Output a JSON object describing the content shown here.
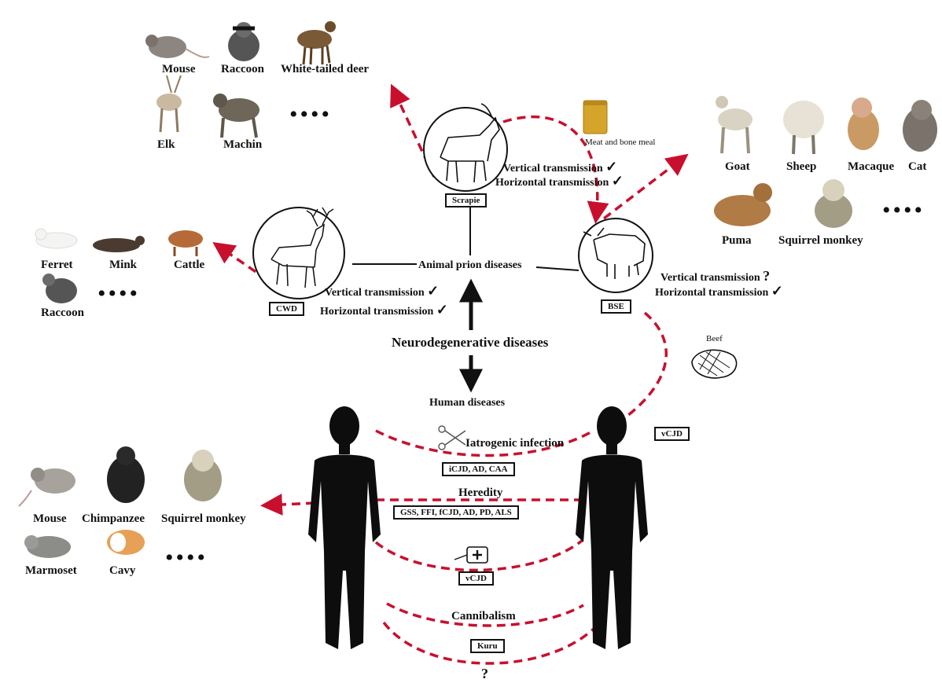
{
  "boxes": {
    "scrapie_hosts": {
      "animals": [
        "Mouse",
        "Raccoon",
        "White-tailed deer",
        "Elk",
        "Machin"
      ],
      "more": "••••"
    },
    "bse_hosts": {
      "animals": [
        "Goat",
        "Sheep",
        "Macaque",
        "Cat",
        "Puma",
        "Squirrel monkey"
      ],
      "more": "••••"
    },
    "cwd_hosts": {
      "animals": [
        "Ferret",
        "Mink",
        "Cattle",
        "Raccoon"
      ],
      "more": "••••"
    },
    "human_hosts": {
      "animals": [
        "Mouse",
        "Chimpanzee",
        "Squirrel monkey",
        "Marmoset",
        "Cavy"
      ],
      "more": "••••"
    }
  },
  "diseases": {
    "scrapie": "Scrapie",
    "cwd": "CWD",
    "bse": "BSE",
    "vcjd_right": "vCJD"
  },
  "transmission": {
    "scrapie": {
      "vertical": "Vertical transmission",
      "horizontal": "Horizontal transmission",
      "vertical_mark": "✓",
      "horizontal_mark": "✓"
    },
    "cwd": {
      "vertical": "Vertical transmission",
      "horizontal": "Horizontal transmission",
      "vertical_mark": "✓",
      "horizontal_mark": "✓"
    },
    "bse": {
      "vertical": "Vertical transmission",
      "horizontal": "Horizontal transmission",
      "vertical_mark": "?",
      "horizontal_mark": "✓"
    }
  },
  "center": {
    "animal_prion": "Animal prion diseases",
    "neuro": "Neurodegenerative diseases",
    "human": "Human diseases"
  },
  "labels": {
    "meat_bone_meal": "Meat and bone meal",
    "beef": "Beef",
    "iatrogenic": "Iatrogenic  infection",
    "iatrogenic_tag": "iCJD,  AD,  CAA",
    "heredity": "Heredity",
    "heredity_tag": "GSS,  FFI,  fCJD,  AD,  PD,  ALS",
    "vcjd_bottom": "vCJD",
    "cannibalism": "Cannibalism",
    "kuru": "Kuru",
    "unknown": "?"
  },
  "colors": {
    "accent": "#c8102e",
    "box_fill": "#f2d9cf",
    "silhouette": "#0d0d0d"
  }
}
